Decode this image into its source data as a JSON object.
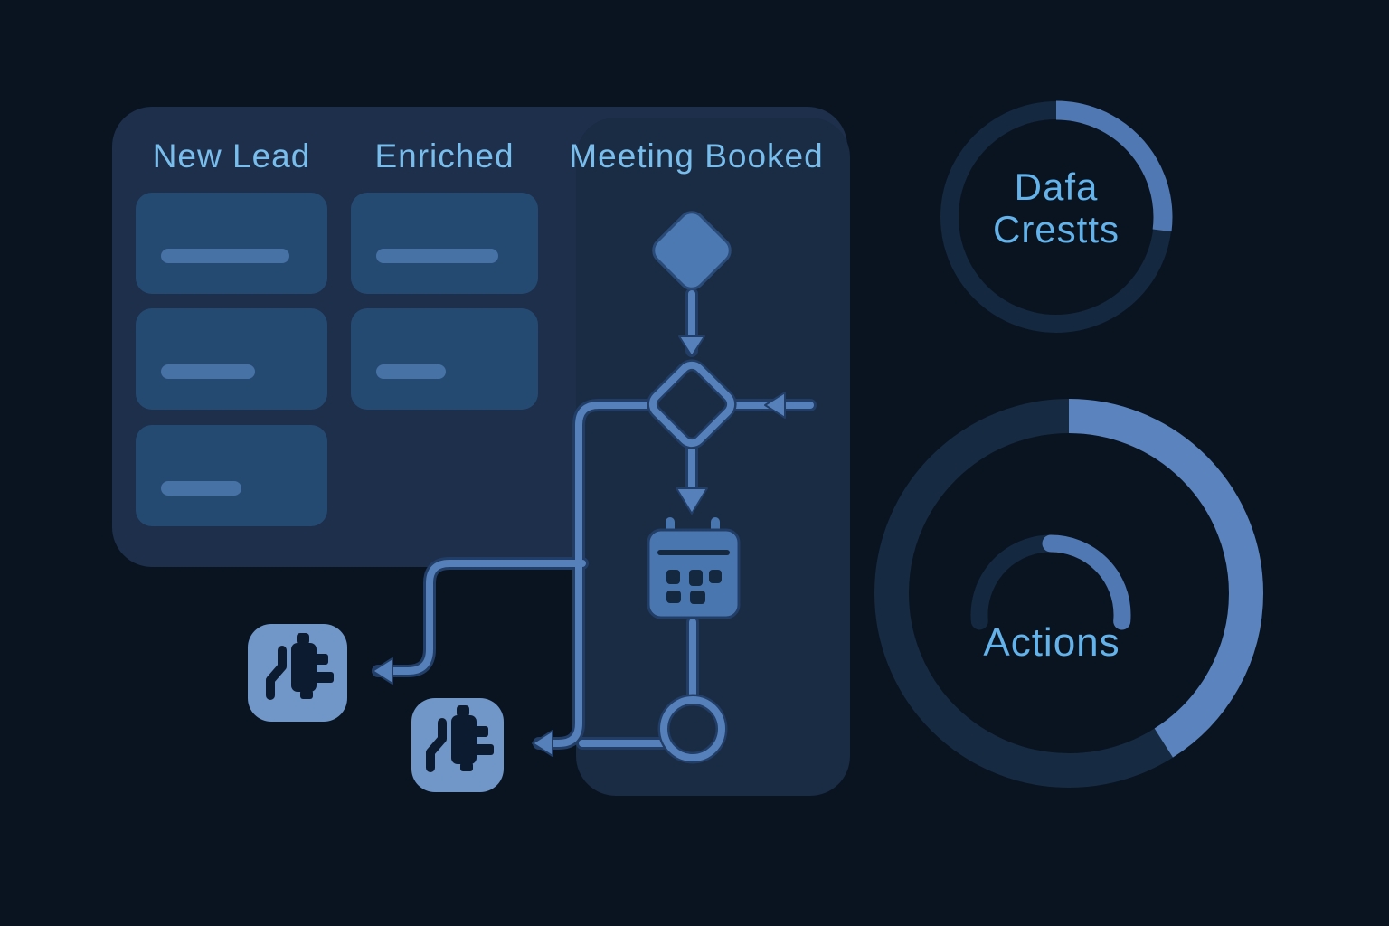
{
  "board": {
    "columns": [
      {
        "title": "New Lead",
        "cards": [
          {
            "line_width_pct": 67
          },
          {
            "line_width_pct": 49
          },
          {
            "line_width_pct": 42
          }
        ]
      },
      {
        "title": "Enriched",
        "cards": [
          {
            "line_width_pct": 65
          },
          {
            "line_width_pct": 37
          }
        ]
      },
      {
        "title": "Meeting Booked",
        "cards": []
      }
    ]
  },
  "rings": {
    "credits": {
      "label_line1": "Dafa",
      "label_line2": "Crestts",
      "progress": 0.27
    },
    "actions": {
      "label": "Actions",
      "outer_progress": 0.41,
      "gauge_span": 0.528,
      "gauge_progress": 0.5
    }
  },
  "colors": {
    "background": "#0a1420",
    "panel": "#1d2f4a",
    "card": "#254a72",
    "accent_blue": "#5580ba",
    "node_fill": "#4d79b3",
    "plug_square": "#7097c8",
    "plug_glyph": "#0d1b30",
    "ring_track": "#142840",
    "heading_text": "#79bdec",
    "ring_text": "#63b2ea"
  }
}
